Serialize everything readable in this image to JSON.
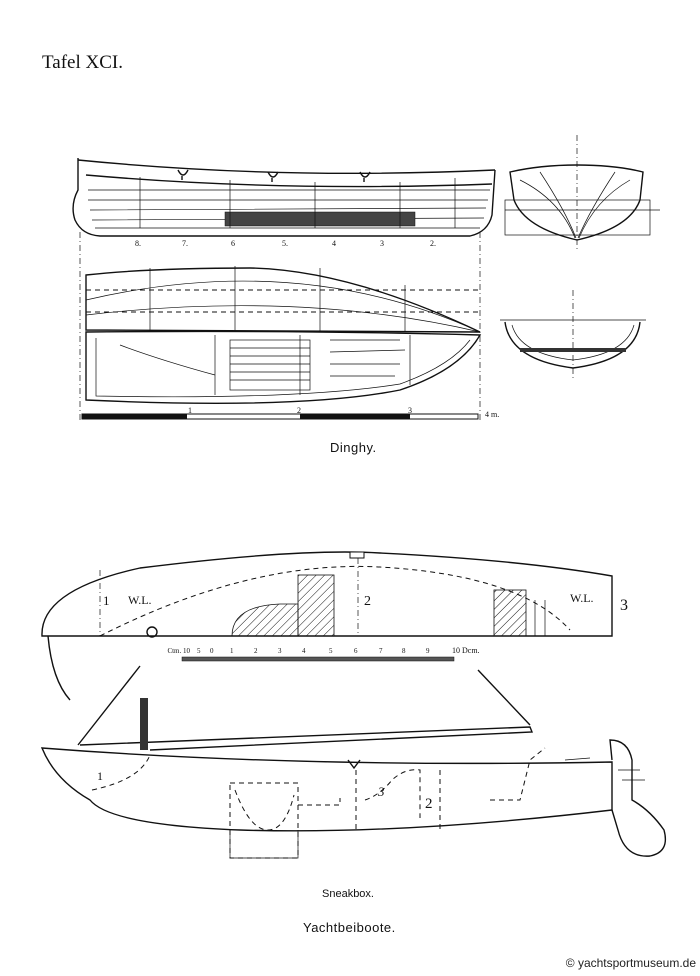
{
  "page": {
    "title": "Tafel XCI.",
    "watermark": "© yachtsportmuseum.de",
    "main_caption": "Yachtbeiboote."
  },
  "dinghy": {
    "caption": "Dinghy.",
    "frame_numbers": [
      "8.",
      "7.",
      "6",
      "5.",
      "4",
      "3",
      "2."
    ],
    "scale_labels": [
      "1",
      "2",
      "3",
      "4 m."
    ]
  },
  "sneakbox": {
    "caption": "Sneakbox.",
    "plan_labels": [
      "1",
      "W.L.",
      "2",
      "W.L.",
      "3"
    ],
    "scale_labels": [
      "Ctm. 10",
      "5",
      "0",
      "1",
      "2",
      "3",
      "4",
      "5",
      "6",
      "7",
      "8",
      "9",
      "10 Dcm."
    ],
    "side_labels": [
      "1",
      "3",
      "2"
    ]
  }
}
